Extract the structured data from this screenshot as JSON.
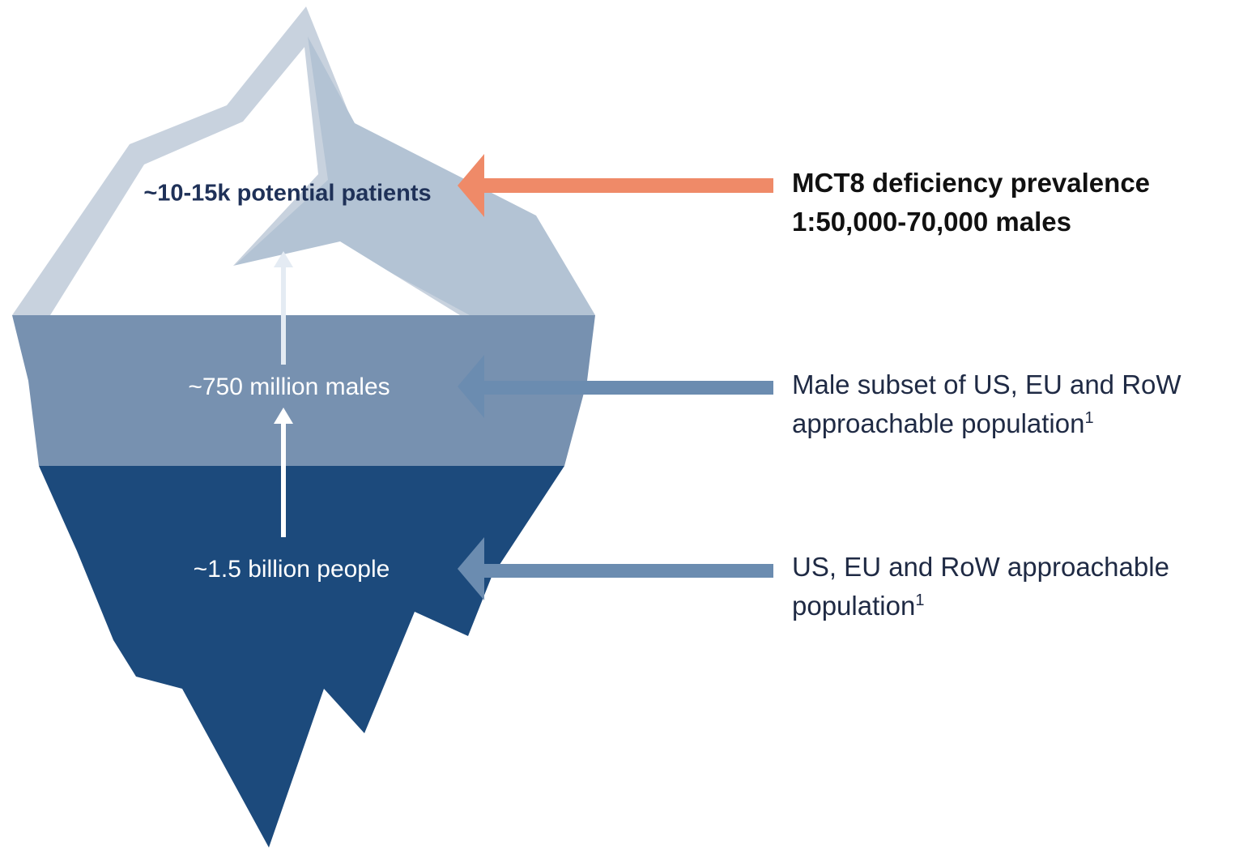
{
  "iceberg": {
    "levels": [
      {
        "id": "patients",
        "label": "~10-15k potential patients",
        "description_lines": [
          "MCT8 deficiency prevalence",
          "1:50,000-70,000 males"
        ]
      },
      {
        "id": "males",
        "label": "~750 million males",
        "description_lines": [
          "Male subset of US, EU and RoW",
          "approachable population"
        ],
        "footnote": "1"
      },
      {
        "id": "people",
        "label": "~1.5 billion people",
        "description_lines": [
          "US, EU and RoW approachable",
          "population"
        ],
        "footnote": "1"
      }
    ]
  },
  "colors": {
    "tip_outline": "#c8d2de",
    "tip_face": "#b3c3d4",
    "middle_band": "#7791b0",
    "bottom_band": "#1c4a7c",
    "highlight_arrow": "#ef8a68",
    "pointer_arrow": "#6b8cb0",
    "inner_arrow": "#e4ebf3",
    "top_label_text": "#1f3158"
  }
}
